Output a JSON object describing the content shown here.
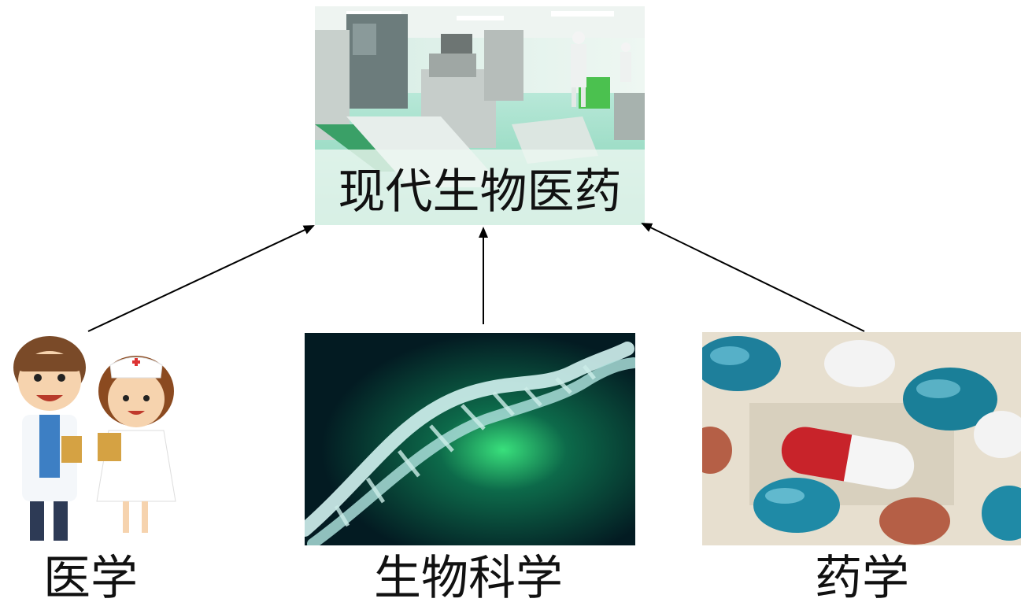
{
  "top": {
    "title": "现代生物医药"
  },
  "sources": [
    {
      "label": "医学"
    },
    {
      "label": "生物科学"
    },
    {
      "label": "药学"
    }
  ]
}
